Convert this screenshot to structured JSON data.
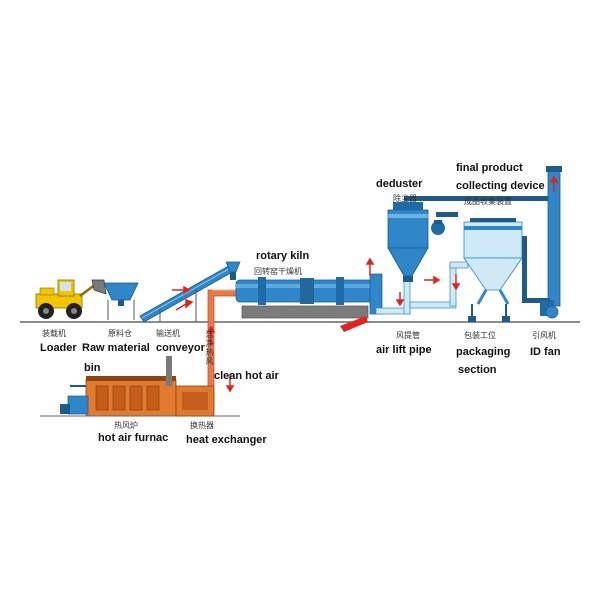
{
  "colors": {
    "equipment_blue": "#2f86c8",
    "equipment_light": "#cfe9f6",
    "hot_pipe": "#e8784a",
    "furnace_orange": "#e07a2e",
    "ground_line": "#666666",
    "arrow_red": "#e0241b"
  },
  "labels": {
    "loader": {
      "zh": "装载机",
      "en": "Loader"
    },
    "raw_material_bin": {
      "zh": "原料仓",
      "en_line1": "Raw material",
      "en_line2": "bin"
    },
    "conveyor": {
      "zh": "输送机",
      "en": "conveyor"
    },
    "clean_hot_air": {
      "zh": "洁净热风",
      "en": "clean hot air"
    },
    "rotary_kiln": {
      "en": "rotary kiln",
      "zh": "回转窑干燥机"
    },
    "deduster": {
      "en": "deduster",
      "zh": "除尘器"
    },
    "final_product": {
      "en_line1": "final product",
      "en_line2": "collecting device",
      "zh": "成品收集装置"
    },
    "air_lift_pipe": {
      "zh": "风提管",
      "en": "air lift pipe"
    },
    "packaging": {
      "zh": "包装工位",
      "en_line1": "packaging",
      "en_line2": "section"
    },
    "id_fan": {
      "zh": "引风机",
      "en": "ID fan"
    },
    "hot_air_furnace": {
      "zh": "热风炉",
      "en": "hot air furnac"
    },
    "heat_exchanger": {
      "zh": "换热器",
      "en": "heat exchanger"
    }
  }
}
